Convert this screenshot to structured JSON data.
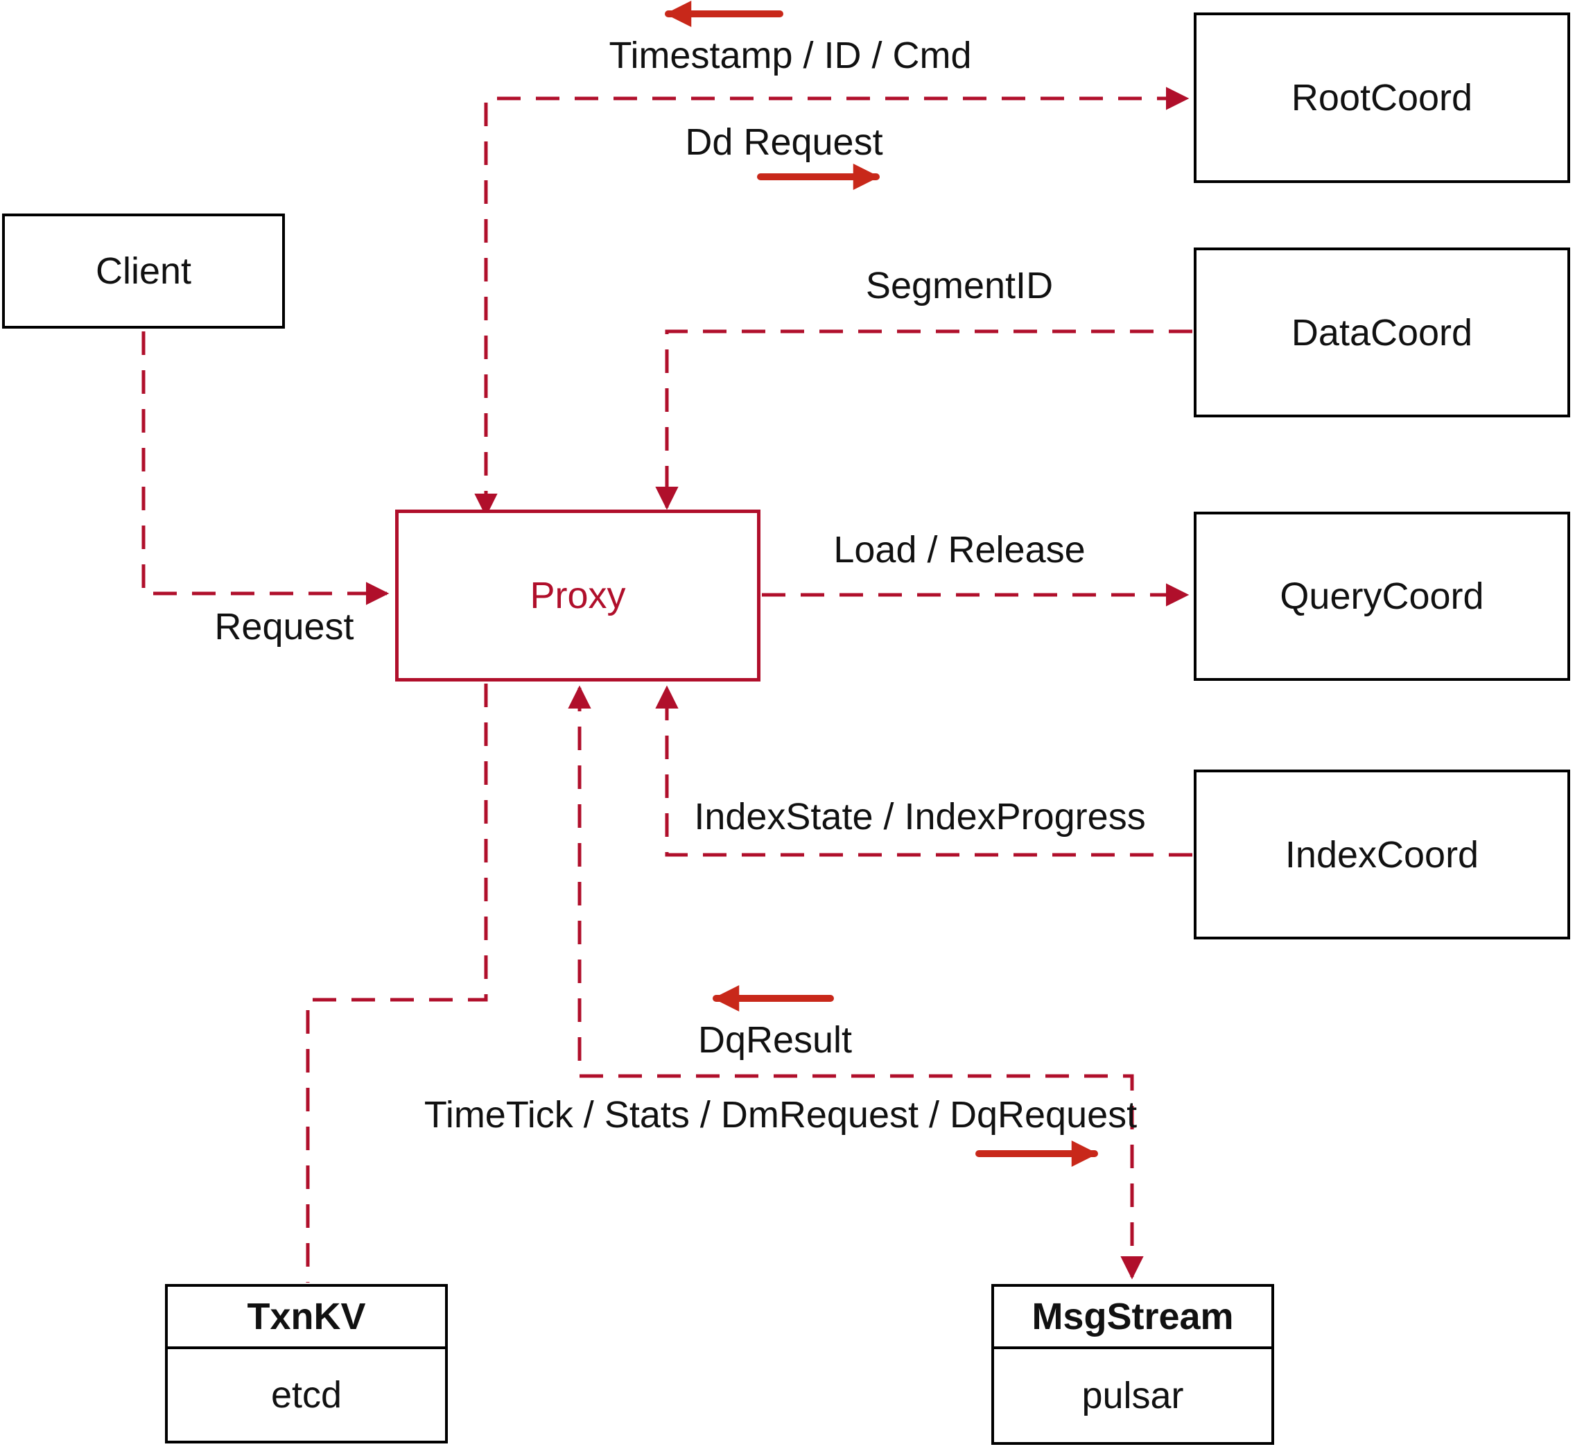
{
  "colors": {
    "dashed_line": "#b00f2b",
    "solid_arrow": "#c8281a",
    "box_border": "#000000",
    "text": "#111111",
    "background": "#ffffff"
  },
  "nodes": {
    "client": {
      "label": "Client"
    },
    "proxy": {
      "label": "Proxy"
    },
    "root_coord": {
      "label": "RootCoord"
    },
    "data_coord": {
      "label": "DataCoord"
    },
    "query_coord": {
      "label": "QueryCoord"
    },
    "index_coord": {
      "label": "IndexCoord"
    },
    "txn_kv": {
      "title": "TxnKV",
      "subtitle": "etcd"
    },
    "msg_stream": {
      "title": "MsgStream",
      "subtitle": "pulsar"
    }
  },
  "edge_labels": {
    "timestamp_id_cmd": "Timestamp / ID / Cmd",
    "dd_request": "Dd Request",
    "segment_id": "SegmentID",
    "load_release": "Load / Release",
    "index_state": "IndexState / IndexProgress",
    "request": "Request",
    "dq_result": "DqResult",
    "timetick": "TimeTick / Stats / DmRequest / DqRequest"
  }
}
